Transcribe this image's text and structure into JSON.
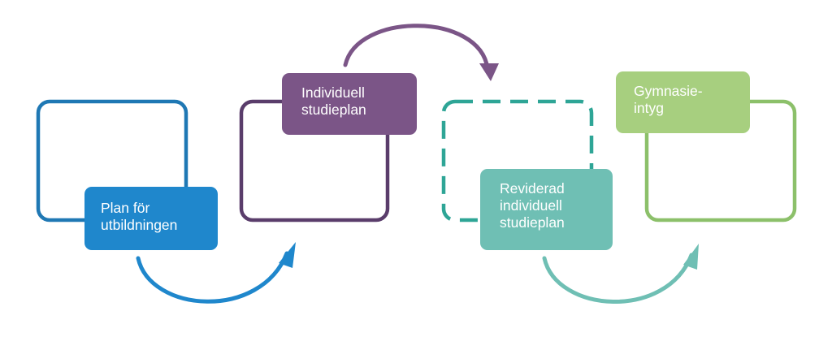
{
  "steps": [
    {
      "label": "Plan för\nutbildningen",
      "color": "#1f87cc",
      "frame_color": "#1f78b4",
      "frame_style": "solid"
    },
    {
      "label": "Individuell\nstudieplan",
      "color": "#7b5587",
      "frame_color": "#5a3d6b",
      "frame_style": "solid"
    },
    {
      "label": "Reviderad\nindividuell\nstudieplan",
      "color": "#6fbfb4",
      "frame_color": "#2ea596",
      "frame_style": "dashed"
    },
    {
      "label": "Gymnasie-\nintyg",
      "color": "#a7cf7f",
      "frame_color": "#8cc06a",
      "frame_style": "solid"
    }
  ],
  "arrows": [
    {
      "from": "step-1",
      "to": "step-2",
      "direction": "below",
      "color": "#1f87cc"
    },
    {
      "from": "step-2",
      "to": "step-3",
      "direction": "above",
      "color": "#7b5587"
    },
    {
      "from": "step-3",
      "to": "step-4",
      "direction": "below",
      "color": "#6fbfb4"
    }
  ]
}
